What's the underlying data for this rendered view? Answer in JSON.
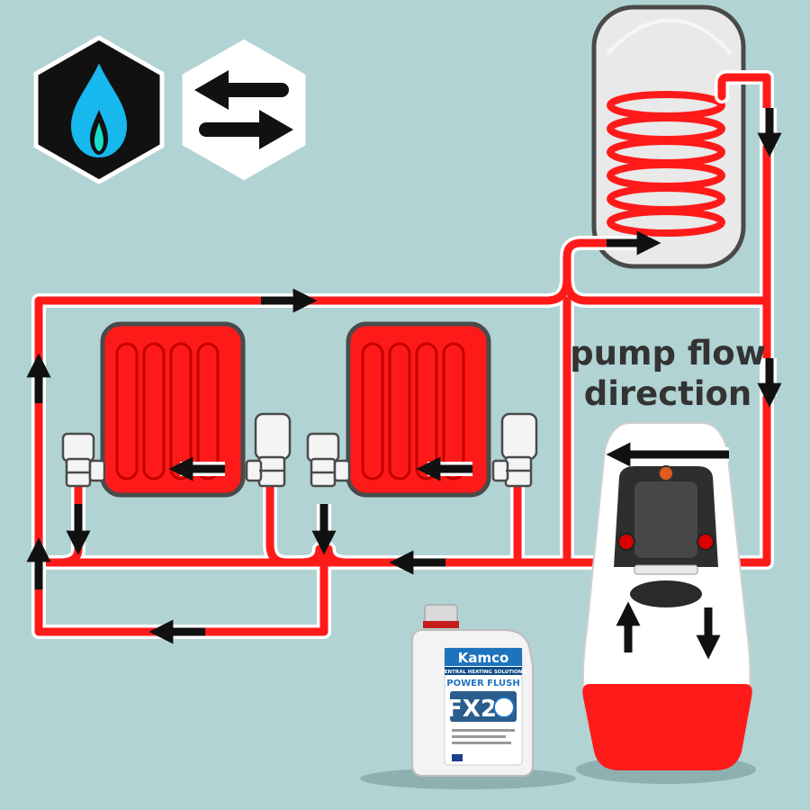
{
  "caption": {
    "line1": "pump flow",
    "line2": "direction"
  },
  "bottle": {
    "brand": "Kamco",
    "tagline": "CENTRAL HEATING SOLUTIONS",
    "product": "POWER FLUSH",
    "code": "FX2"
  },
  "icons": {
    "left_badge": "gas-flame-icon",
    "right_badge": "swap-arrows-icon"
  },
  "colors": {
    "background": "#b1d3d3",
    "pipe": "#ff1a1a",
    "outline": "#4a4a4a",
    "arrow": "#111111",
    "flame": "#17b8ee",
    "flame_core": "#17e0c8"
  }
}
